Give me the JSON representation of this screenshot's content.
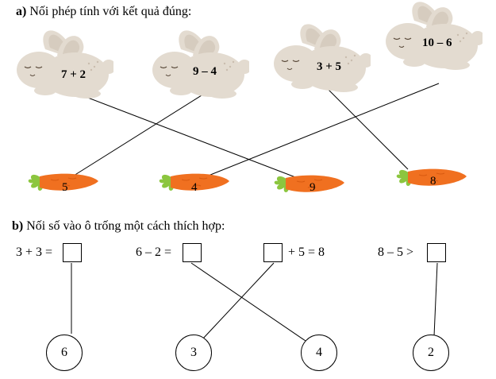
{
  "part_a": {
    "label": "a)",
    "heading": " Nối phép tính với kết quả đúng:",
    "rabbits": [
      {
        "expression": "7 + 2",
        "icon": "rabbit-icon"
      },
      {
        "expression": "9 – 4",
        "icon": "rabbit-icon"
      },
      {
        "expression": "3 + 5",
        "icon": "rabbit-icon"
      },
      {
        "expression": "10 – 6",
        "icon": "rabbit-icon"
      }
    ],
    "carrots": [
      {
        "value": "5",
        "icon": "carrot-icon"
      },
      {
        "value": "4",
        "icon": "carrot-icon"
      },
      {
        "value": "9",
        "icon": "carrot-icon"
      },
      {
        "value": "8",
        "icon": "carrot-icon"
      }
    ]
  },
  "part_b": {
    "label": "b)",
    "heading": " Nối số vào ô trống một cách thích hợp:",
    "equations": [
      {
        "before": "3 + 3 =",
        "after": ""
      },
      {
        "before": "6 – 2 =",
        "after": ""
      },
      {
        "before": "",
        "after": "+ 5  = 8"
      },
      {
        "before": "8 – 5 >",
        "after": ""
      }
    ],
    "numbers": [
      "6",
      "3",
      "4",
      "2"
    ]
  },
  "colors": {
    "rabbit_body": "#e3dbd0",
    "rabbit_ear_inner": "#d8cfc3",
    "carrot": "#f07020",
    "carrot_leaf": "#8cc63f",
    "line": "#000000"
  }
}
